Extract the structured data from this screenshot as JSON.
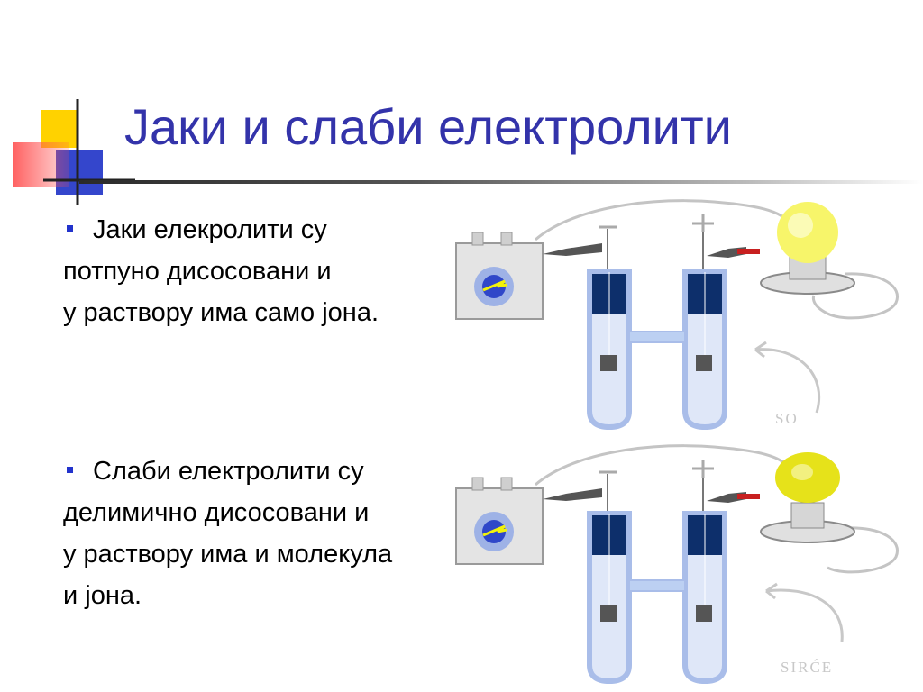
{
  "slide": {
    "title": "Јаки и слаби електролити",
    "colors": {
      "title": "#3333aa",
      "bullet": "#2233cc",
      "bulb_strong": "#f7f56a",
      "bulb_weak": "#e6e21a",
      "electrolyte": "#0d2f6b",
      "tube": "#a9bde9"
    }
  },
  "strong": {
    "lines": [
      "Јаки елекролити су",
      "потпуно дисосовани и",
      "у раствору има само јона."
    ],
    "figure_label": "SO"
  },
  "weak": {
    "lines": [
      "Слаби електролити су",
      "делимично дисосовани и",
      "у раствору има и молекула",
      "и јона."
    ],
    "figure_label": "SIRĆE"
  }
}
